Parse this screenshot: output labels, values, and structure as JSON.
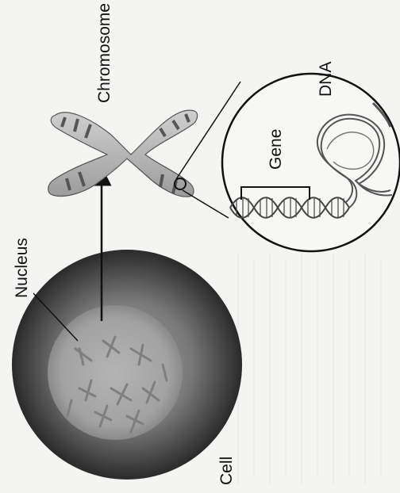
{
  "labels": {
    "cell": "Cell",
    "nucleus": "Nucleus",
    "chromosome": "Chromosome",
    "gene": "Gene",
    "dna": "DNA"
  },
  "colors": {
    "paper": "#f4f4f2",
    "cell_dark": "#2a2a2a",
    "cell_mid": "#6d6d6d",
    "nucleus": "#a6a6a6",
    "chromosome_fill": "#bdbdbd",
    "chromosome_band": "#555555",
    "ink": "#111111"
  }
}
